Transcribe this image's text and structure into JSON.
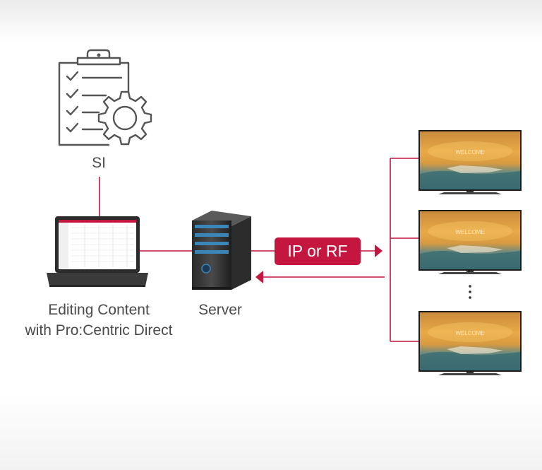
{
  "labels": {
    "si": "SI",
    "laptop_line1": "Editing Content",
    "laptop_line2": "with Pro:Centric Direct",
    "server": "Server"
  },
  "connection": {
    "label": "IP or RF"
  },
  "icons": {
    "si": "clipboard-gear-icon",
    "laptop": "laptop-icon",
    "server": "server-tower-icon",
    "display": "tv-display-icon",
    "more": "vertical-ellipsis-icon"
  },
  "colors": {
    "accent": "#c4163f",
    "text": "#4a4a4a",
    "icon_stroke": "#555555"
  }
}
